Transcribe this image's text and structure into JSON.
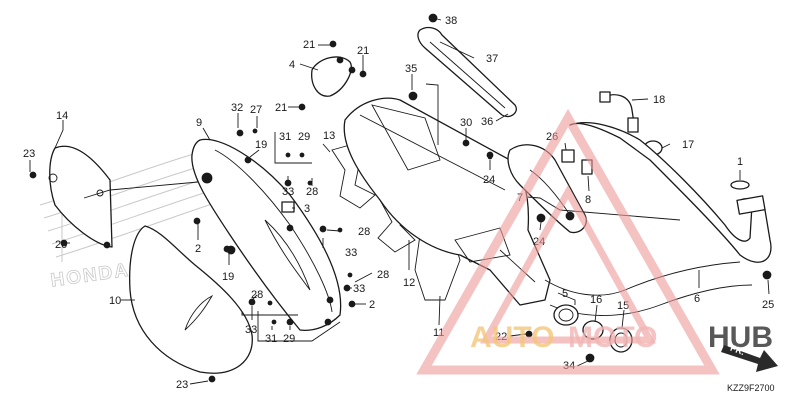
{
  "diagram_code": "KZZ9F2700",
  "direction_label": "FR.",
  "emblem_text": "HONDA",
  "watermark": {
    "part1": "AUTO",
    "part2": "MOTO",
    "part3": "HUB"
  },
  "callouts": [
    {
      "key": "c38",
      "label": "38"
    },
    {
      "key": "c21a",
      "label": "21"
    },
    {
      "key": "c21b",
      "label": "21"
    },
    {
      "key": "c4",
      "label": "4"
    },
    {
      "key": "c37",
      "label": "37"
    },
    {
      "key": "c35",
      "label": "35"
    },
    {
      "key": "c21c",
      "label": "21"
    },
    {
      "key": "c18",
      "label": "18"
    },
    {
      "key": "c36",
      "label": "36"
    },
    {
      "key": "c14",
      "label": "14"
    },
    {
      "key": "c32",
      "label": "32"
    },
    {
      "key": "c27",
      "label": "27"
    },
    {
      "key": "c9",
      "label": "9"
    },
    {
      "key": "c31a",
      "label": "31"
    },
    {
      "key": "c29a",
      "label": "29"
    },
    {
      "key": "c19a",
      "label": "19"
    },
    {
      "key": "c30",
      "label": "30"
    },
    {
      "key": "c17",
      "label": "17"
    },
    {
      "key": "c23a",
      "label": "23"
    },
    {
      "key": "c26",
      "label": "26"
    },
    {
      "key": "c13",
      "label": "13"
    },
    {
      "key": "c33a",
      "label": "33"
    },
    {
      "key": "c28a",
      "label": "28"
    },
    {
      "key": "c24a",
      "label": "24"
    },
    {
      "key": "c1",
      "label": "1"
    },
    {
      "key": "c7",
      "label": "7"
    },
    {
      "key": "c3",
      "label": "3"
    },
    {
      "key": "c8",
      "label": "8"
    },
    {
      "key": "c28b",
      "label": "28"
    },
    {
      "key": "c20",
      "label": "20"
    },
    {
      "key": "c2a",
      "label": "2"
    },
    {
      "key": "c24b",
      "label": "24"
    },
    {
      "key": "c33b",
      "label": "33"
    },
    {
      "key": "c19b",
      "label": "19"
    },
    {
      "key": "c28c",
      "label": "28"
    },
    {
      "key": "c12",
      "label": "12"
    },
    {
      "key": "c33c",
      "label": "33"
    },
    {
      "key": "c5",
      "label": "5"
    },
    {
      "key": "c6",
      "label": "6"
    },
    {
      "key": "c25",
      "label": "25"
    },
    {
      "key": "c10",
      "label": "10"
    },
    {
      "key": "c28d",
      "label": "28"
    },
    {
      "key": "c2b",
      "label": "2"
    },
    {
      "key": "c16",
      "label": "16"
    },
    {
      "key": "c15",
      "label": "15"
    },
    {
      "key": "c33d",
      "label": "33"
    },
    {
      "key": "c31b",
      "label": "31"
    },
    {
      "key": "c29b",
      "label": "29"
    },
    {
      "key": "c11",
      "label": "11"
    },
    {
      "key": "c22",
      "label": "22"
    },
    {
      "key": "c34",
      "label": "34"
    },
    {
      "key": "c23b",
      "label": "23"
    }
  ]
}
